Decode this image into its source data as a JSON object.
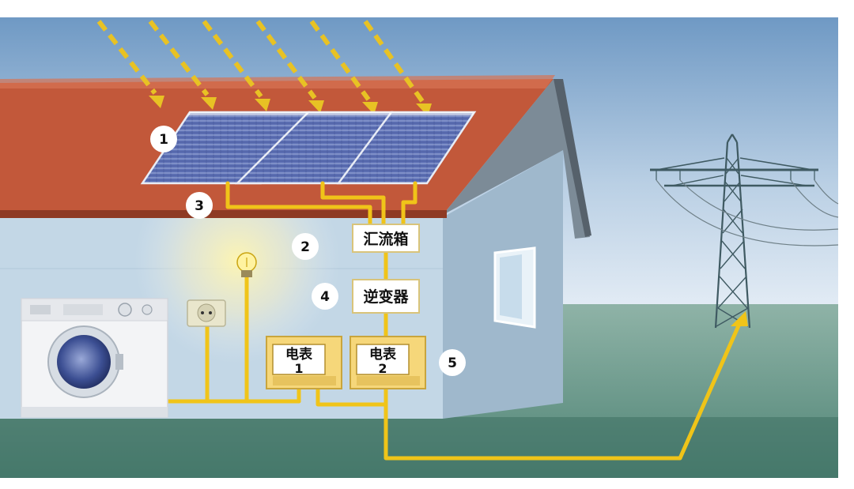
{
  "colors": {
    "sky_top": "#6f99c4",
    "sky_bottom": "#e6eef6",
    "ground": "#4f8475",
    "roof": "#c2583a",
    "house_wall": "#c3d7e6",
    "house_shadow": "#9fb8cc",
    "wire": "#f0c419",
    "panel": "#4d5fa3",
    "tower": "#3f5a62"
  },
  "labels": {
    "combiner_box": "汇流箱",
    "inverter": "逆变器",
    "meter1_line1": "电表",
    "meter1_line2": "1",
    "meter2_line1": "电表",
    "meter2_line2": "2"
  },
  "markers": [
    "1",
    "2",
    "3",
    "4",
    "5"
  ],
  "icons": {
    "sun_rays": "sun-rays-icon",
    "solar_panels": "solar-panel-icon",
    "bulb": "light-bulb-icon",
    "socket": "power-socket-icon",
    "washer": "washing-machine-icon",
    "tower": "transmission-tower-icon"
  }
}
